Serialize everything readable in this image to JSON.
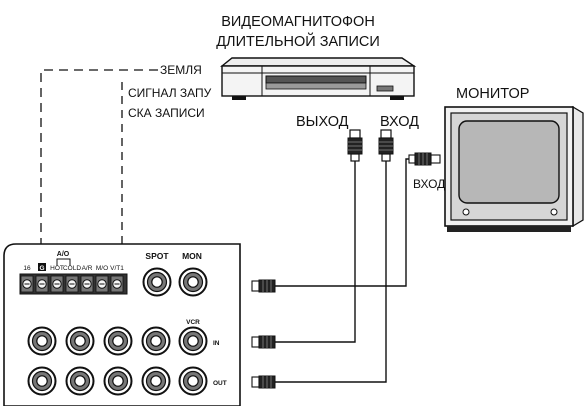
{
  "vcr": {
    "title_line1": "ВИДЕОМАГНИТОФОН",
    "title_line2": "ДЛИТЕЛЬНОЙ ЗАПИСИ",
    "out_label": "ВЫХОД",
    "in_label": "ВХОД"
  },
  "control_lines": {
    "ground": "ЗЕМЛЯ",
    "signal_line1": "СИГНАЛ ЗАПУ",
    "signal_line2": "СКА ЗАПИСИ"
  },
  "monitor": {
    "title": "МОНИТОР",
    "in_label": "ВХОД"
  },
  "panel": {
    "terminal_group_label": "A/O",
    "terminal_labels": [
      "16",
      "G",
      "HOT",
      "COLD",
      "A/R",
      "M/O",
      "V/T1"
    ],
    "spot_label": "SPOT",
    "mon_label": "MON",
    "vcr_label": "VCR",
    "in_row_label": "IN",
    "out_row_label": "OUT"
  }
}
